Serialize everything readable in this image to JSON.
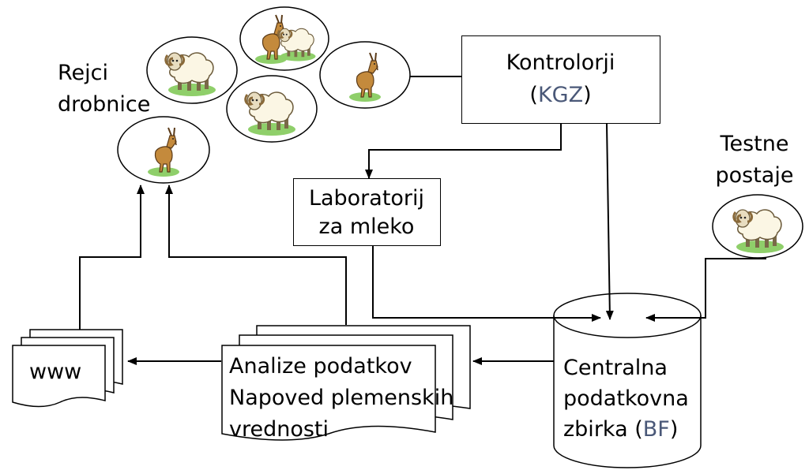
{
  "farmers": {
    "line1": "Rejci",
    "line2": "drobnice"
  },
  "controllers": {
    "line1": "Kontrolorji",
    "line2_open": "(",
    "line2_acr": "KGZ",
    "line2_close": ")"
  },
  "lab": {
    "line1": "Laboratorij",
    "line2": "za mleko"
  },
  "test_stations": {
    "line1": "Testne",
    "line2": "postaje"
  },
  "database": {
    "line1": "Centralna",
    "line2": "podatkovna",
    "line3_pre": "zbirka (",
    "line3_acr": "BF",
    "line3_post": ")"
  },
  "analyses": {
    "line1": "Analize podatkov",
    "line2": "Napoved plemenskih",
    "line3": "vrednosti"
  },
  "www": {
    "label": "www"
  },
  "colors": {
    "acronym": "#4a5878",
    "grass": "#8fcf6a",
    "sheep_wool": "#fbf6e4",
    "goat_fur": "#c48a3c",
    "line": "#000000"
  },
  "icons": [
    "sheep-icon",
    "goat-icon"
  ]
}
